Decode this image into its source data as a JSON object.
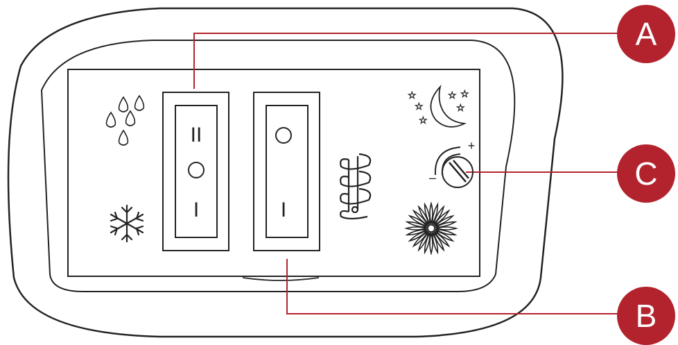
{
  "callouts": [
    {
      "letter": "A"
    },
    {
      "letter": "B"
    },
    {
      "letter": "C"
    }
  ],
  "switch_a": {
    "top_symbol": "II",
    "bottom_symbol": "I"
  },
  "switch_b": {
    "bottom_symbol": "I"
  },
  "thermostat": {
    "plus": "+",
    "minus": "–"
  },
  "icons": [
    "droplets-icon",
    "snowflake-icon",
    "heating-coil-icon",
    "night-icon",
    "thermostat-dial-icon",
    "sun-icon"
  ],
  "colors": {
    "callout": "#b3232d",
    "callout_line": "#b3232d",
    "outline": "#222222"
  }
}
